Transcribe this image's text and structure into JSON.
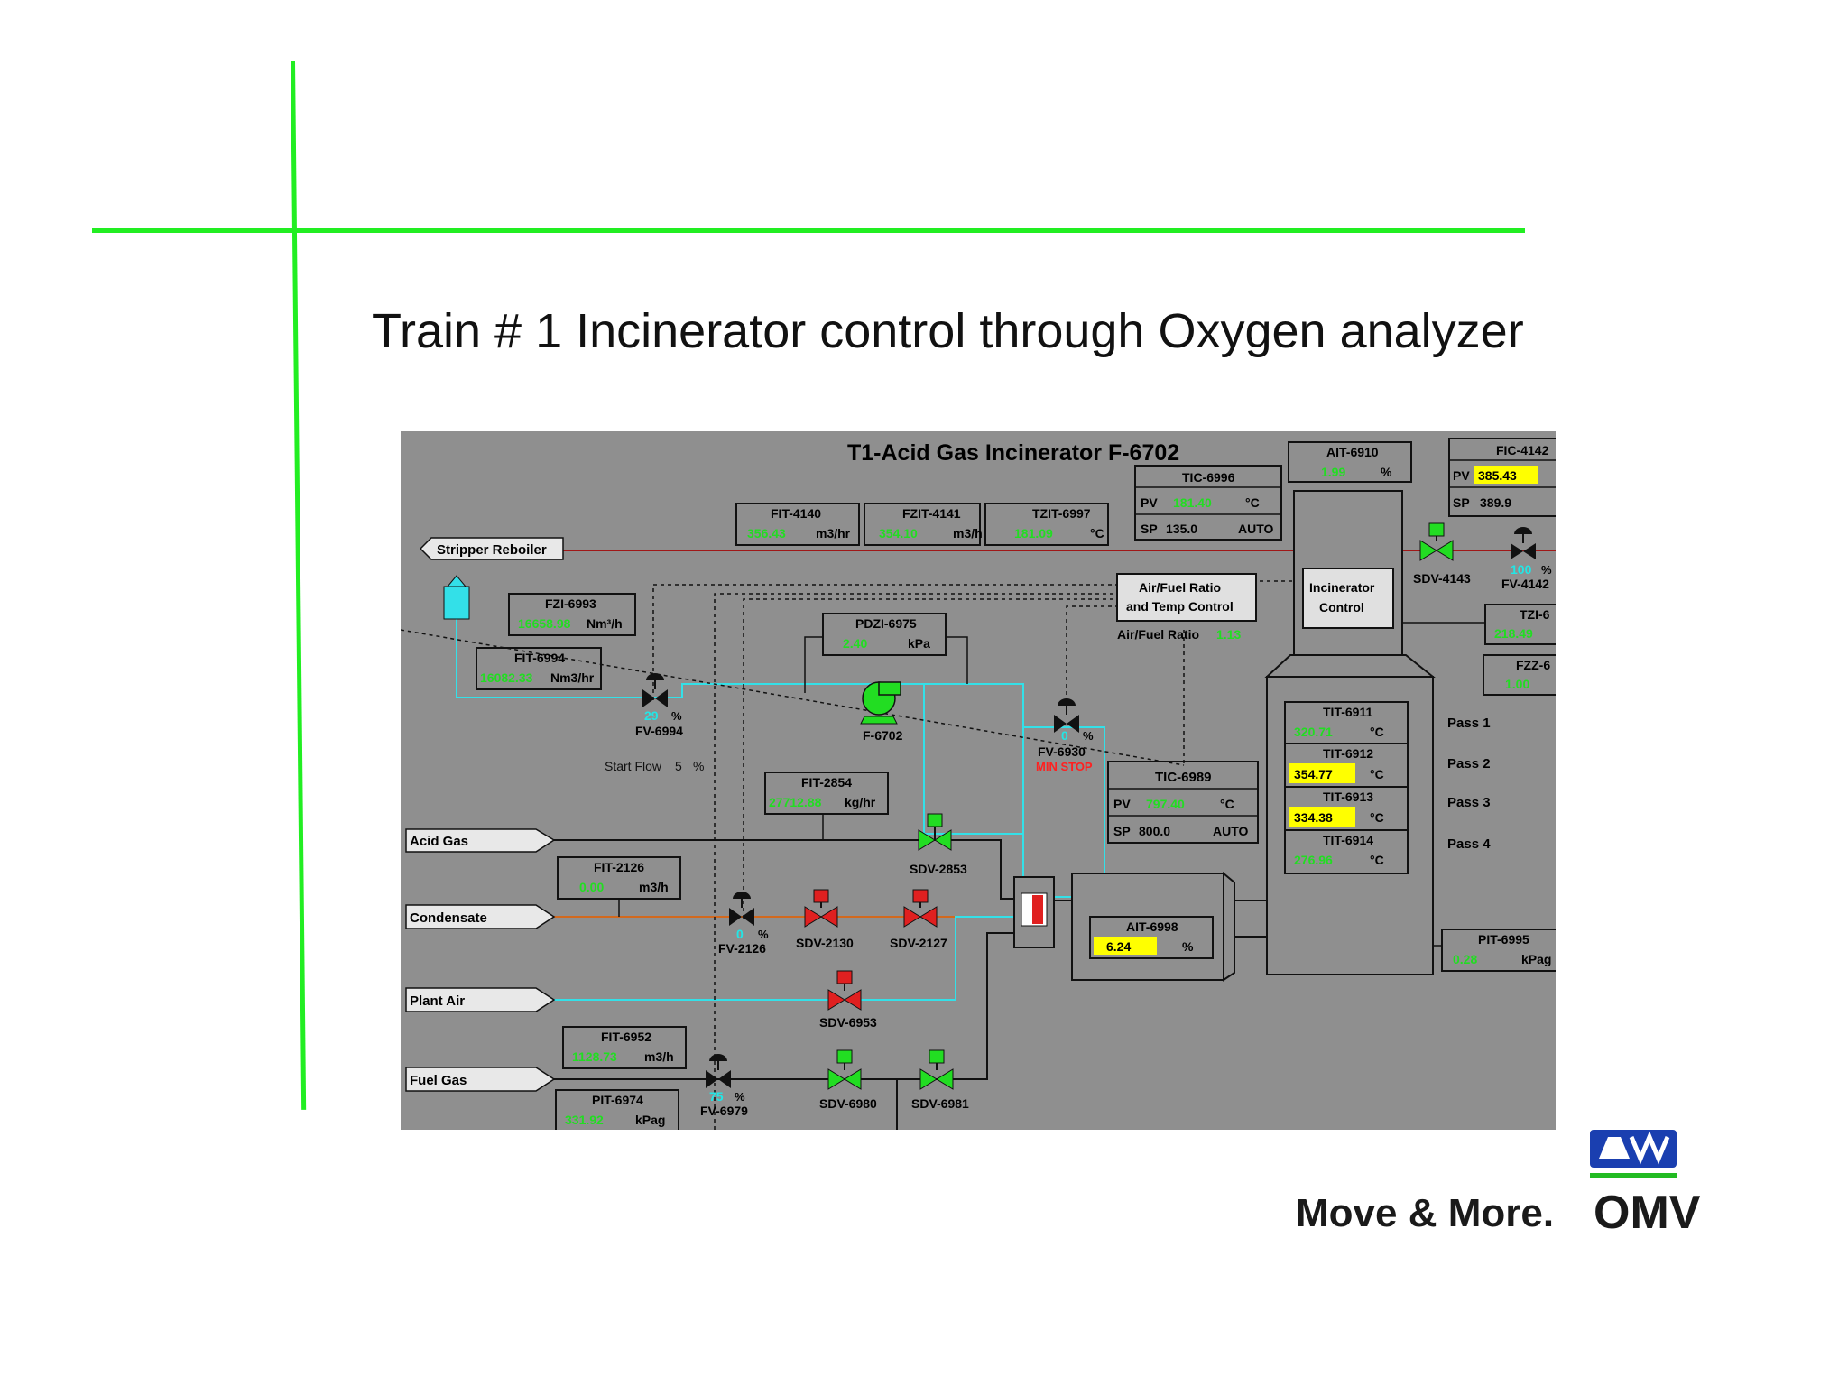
{
  "slide": {
    "title": "Train # 1 Incinerator control through Oxygen analyzer",
    "tagline": "Move & More.",
    "brand": "OMV",
    "accent_color": "#22ee22",
    "logo_color": "#1a3fb0"
  },
  "hmi": {
    "screen_title": "T1-Acid Gas Incinerator F-6702",
    "streams": {
      "stripper_reboiler": "Stripper Reboiler",
      "acid_gas": "Acid Gas",
      "condensate": "Condensate",
      "plant_air": "Plant Air",
      "fuel_gas": "Fuel Gas"
    },
    "instruments": {
      "fit4140": {
        "tag": "FIT-4140",
        "value": "356.43",
        "unit": "m3/hr"
      },
      "fzit4141": {
        "tag": "FZIT-4141",
        "value": "354.10",
        "unit": "m3/h"
      },
      "tzit6997": {
        "tag": "TZIT-6997",
        "value": "181.09",
        "unit": "°C"
      },
      "tic6996": {
        "tag": "TIC-6996",
        "pv_label": "PV",
        "pv": "181.40",
        "pv_unit": "°C",
        "sp_label": "SP",
        "sp": "135.0",
        "mode": "AUTO"
      },
      "ait6910": {
        "tag": "AIT-6910",
        "value": "1.99",
        "unit": "%"
      },
      "fic4142": {
        "tag": "FIC-4142",
        "pv_label": "PV",
        "pv": "385.43",
        "sp_label": "SP",
        "sp": "389.9"
      },
      "fzi6993": {
        "tag": "FZI-6993",
        "value": "16658.98",
        "unit": "Nm³/h"
      },
      "fit6994": {
        "tag": "FIT-6994",
        "value": "16082.33",
        "unit": "Nm3/hr"
      },
      "pdzi6975": {
        "tag": "PDZI-6975",
        "value": "2.40",
        "unit": "kPa"
      },
      "fit2854": {
        "tag": "FIT-2854",
        "value": "27712.88",
        "unit": "kg/hr"
      },
      "fit2126": {
        "tag": "FIT-2126",
        "value": "0.00",
        "unit": "m3/h"
      },
      "fit6952": {
        "tag": "FIT-6952",
        "value": "1128.73",
        "unit": "m3/h"
      },
      "pit6974": {
        "tag": "PIT-6974",
        "value": "331.92",
        "unit": "kPag"
      },
      "tic6989": {
        "tag": "TIC-6989",
        "pv_label": "PV",
        "pv": "797.40",
        "pv_unit": "°C",
        "sp_label": "SP",
        "sp": "800.0",
        "mode": "AUTO"
      },
      "ait6998": {
        "tag": "AIT-6998",
        "value": "6.24",
        "unit": "%"
      },
      "tit6911": {
        "tag": "TIT-6911",
        "value": "320.71",
        "unit": "°C"
      },
      "tit6912": {
        "tag": "TIT-6912",
        "value": "354.77",
        "unit": "°C"
      },
      "tit6913": {
        "tag": "TIT-6913",
        "value": "334.38",
        "unit": "°C"
      },
      "tit6914": {
        "tag": "TIT-6914",
        "value": "276.96",
        "unit": "°C"
      },
      "pit6995": {
        "tag": "PIT-6995",
        "value": "0.28",
        "unit": "kPag"
      },
      "tzi": {
        "tag": "TZI-6",
        "value": "218.49"
      },
      "fzz": {
        "tag": "FZZ-6",
        "value": "1.00"
      }
    },
    "valves": {
      "fv6994": {
        "tag": "FV-6994",
        "value": "29",
        "unit": "%"
      },
      "fv6930": {
        "tag": "FV-6930",
        "value": "0",
        "unit": "%",
        "status": "MIN STOP"
      },
      "fv2126": {
        "tag": "FV-2126",
        "value": "0",
        "unit": "%"
      },
      "fv6979": {
        "tag": "FV-6979",
        "value": "75",
        "unit": "%"
      },
      "fv4142": {
        "tag": "FV-4142",
        "value": "100",
        "unit": "%"
      },
      "sdv2853": "SDV-2853",
      "sdv2130": "SDV-2130",
      "sdv2127": "SDV-2127",
      "sdv6953": "SDV-6953",
      "sdv6980": "SDV-6980",
      "sdv6981": "SDV-6981",
      "sdv4143": "SDV-4143"
    },
    "equipment": {
      "blower": "F-6702",
      "afr_control_line1": "Air/Fuel Ratio",
      "afr_control_line2": "and Temp Control",
      "afr_label": "Air/Fuel Ratio",
      "afr_value": "1.13",
      "incinerator_control_line1": "Incinerator",
      "incinerator_control_line2": "Control",
      "start_flow_label": "Start Flow",
      "start_flow_value": "5",
      "start_flow_unit": "%"
    },
    "passes": [
      "Pass 1",
      "Pass 2",
      "Pass 3",
      "Pass 4"
    ]
  }
}
